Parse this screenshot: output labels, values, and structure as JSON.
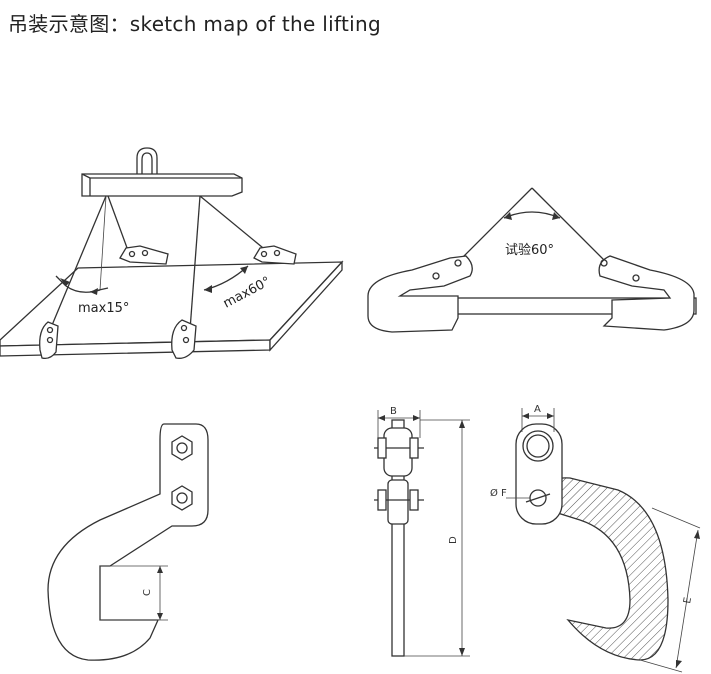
{
  "title": "吊装示意图：sketch map of the lifting",
  "angles": {
    "max15": "max15°",
    "max60": "max60°",
    "test60": "试验60°"
  },
  "dimensions": {
    "A": "A",
    "B": "B",
    "C": "C",
    "D": "D",
    "E": "E",
    "F": "Ø F"
  }
}
